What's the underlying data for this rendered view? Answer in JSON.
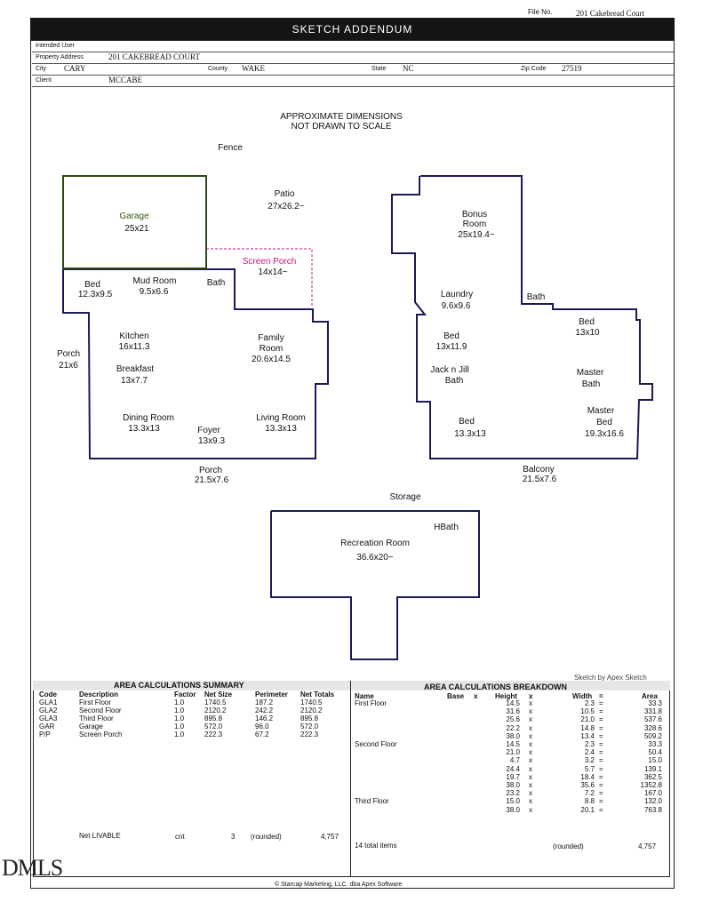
{
  "header": {
    "file_no_label": "File No.",
    "file_no": "201 Cakebread Court",
    "title": "SKETCH ADDENDUM",
    "intended_user_label": "Intended User",
    "intended_user": "",
    "property_address_label": "Property Address",
    "property_address": "201 CAKEBREAD COURT",
    "city_label": "City",
    "city": "CARY",
    "county_label": "County",
    "county": "WAKE",
    "state_label": "State",
    "state": "NC",
    "zip_label": "Zip Code",
    "zip": "27519",
    "client_label": "Client",
    "client": "MCCABE"
  },
  "sketch": {
    "note_line1": "APPROXIMATE DIMENSIONS",
    "note_line2": "NOT DRAWN TO SCALE",
    "fence": "Fence",
    "patio": "Patio",
    "patio_dim": "27x26.2~",
    "garage": "Garage",
    "garage_dim": "25x21",
    "screen_porch": "Screen Porch",
    "screen_porch_dim": "14x14~",
    "bed1": "Bed",
    "bed1_dim": "12.3x9.5",
    "mud_room": "Mud Room",
    "mud_room_dim": "9.5x6.6",
    "bath1": "Bath",
    "kitchen": "Kitchen",
    "kitchen_dim": "16x11.3",
    "family_room_1": "Family",
    "family_room_2": "Room",
    "family_room_dim": "20.6x14.5",
    "side_porch": "Porch",
    "side_porch_dim": "21x6",
    "breakfast": "Breakfast",
    "breakfast_dim": "13x7.7",
    "dining_room": "Dining Room",
    "dining_room_dim": "13.3x13",
    "foyer": "Foyer",
    "foyer_dim": "13x9.3",
    "living_room": "Living Room",
    "living_room_dim": "13.3x13",
    "front_porch": "Porch",
    "front_porch_dim": "21.5x7.6",
    "bonus_room_1": "Bonus",
    "bonus_room_2": "Room",
    "bonus_room_dim": "25x19.4~",
    "laundry": "Laundry",
    "laundry_dim": "9.6x9.6",
    "bath2": "Bath",
    "bed2": "Bed",
    "bed2_dim": "13x11.9",
    "bed3": "Bed",
    "bed3_dim": "13x10",
    "jack_jill_1": "Jack n Jill",
    "jack_jill_2": "Bath",
    "master_bath_1": "Master",
    "master_bath_2": "Bath",
    "bed4": "Bed",
    "bed4_dim": "13.3x13",
    "master_bed_1": "Master",
    "master_bed_2": "Bed",
    "master_bed_dim": "19.3x16.6",
    "balcony": "Balcony",
    "balcony_dim": "21.5x7.6",
    "storage": "Storage",
    "hbath": "HBath",
    "recreation_room": "Recreation Room",
    "recreation_room_dim": "36.6x20~",
    "credit": "Sketch by Apex Sketch"
  },
  "summary": {
    "title": "AREA CALCULATIONS SUMMARY",
    "headers": [
      "Code",
      "Description",
      "Factor",
      "Net Size",
      "Perimeter",
      "Net Totals"
    ],
    "rows": [
      [
        "GLA1",
        "First Floor",
        "1.0",
        "1740.5",
        "187.2",
        "1740.5"
      ],
      [
        "GLA2",
        "Second Floor",
        "1.0",
        "2120.2",
        "242.2",
        "2120.2"
      ],
      [
        "GLA3",
        "Third Floor",
        "1.0",
        "895.8",
        "146.2",
        "895.8"
      ],
      [
        "GAR",
        "Garage",
        "1.0",
        "572.0",
        "96.0",
        "572.0"
      ],
      [
        "P/P",
        "Screen Porch",
        "1.0",
        "222.3",
        "67.2",
        "222.3"
      ]
    ],
    "net_livable_label": "Net LIVABLE",
    "cnt_label": "cnt",
    "cnt_value": "3",
    "rounded_label": "(rounded)",
    "net_livable_value": "4,757"
  },
  "breakdown": {
    "title": "AREA CALCULATIONS BREAKDOWN",
    "headers": [
      "Name",
      "Base",
      "x",
      "Height",
      "x",
      "Width",
      "=",
      "Area"
    ],
    "rows": [
      [
        "First Floor",
        "14.5",
        "2.3",
        "33.3"
      ],
      [
        "",
        "31.6",
        "10.5",
        "331.8"
      ],
      [
        "",
        "25.6",
        "21.0",
        "537.6"
      ],
      [
        "",
        "22.2",
        "14.8",
        "328.6"
      ],
      [
        "",
        "38.0",
        "13.4",
        "509.2"
      ],
      [
        "Second Floor",
        "14.5",
        "2.3",
        "33.3"
      ],
      [
        "",
        "21.0",
        "2.4",
        "50.4"
      ],
      [
        "",
        "4.7",
        "3.2",
        "15.0"
      ],
      [
        "",
        "24.4",
        "5.7",
        "139.1"
      ],
      [
        "",
        "19.7",
        "18.4",
        "362.5"
      ],
      [
        "",
        "38.0",
        "35.6",
        "1352.8"
      ],
      [
        "",
        "23.2",
        "7.2",
        "167.0"
      ],
      [
        "Third Floor",
        "15.0",
        "8.8",
        "132.0"
      ],
      [
        "",
        "38.0",
        "20.1",
        "763.8"
      ]
    ],
    "total_items_label": "14 total items",
    "rounded_label": "(rounded)",
    "total_value": "4,757"
  },
  "footer": {
    "copyright": "© Starcap Marketing, LLC. dba Apex Software",
    "watermark": "DMLS"
  },
  "colors": {
    "screen_porch": "#c2187a",
    "garage_outline": "#2f4a14",
    "wall_outline": "#1a1a5a"
  }
}
